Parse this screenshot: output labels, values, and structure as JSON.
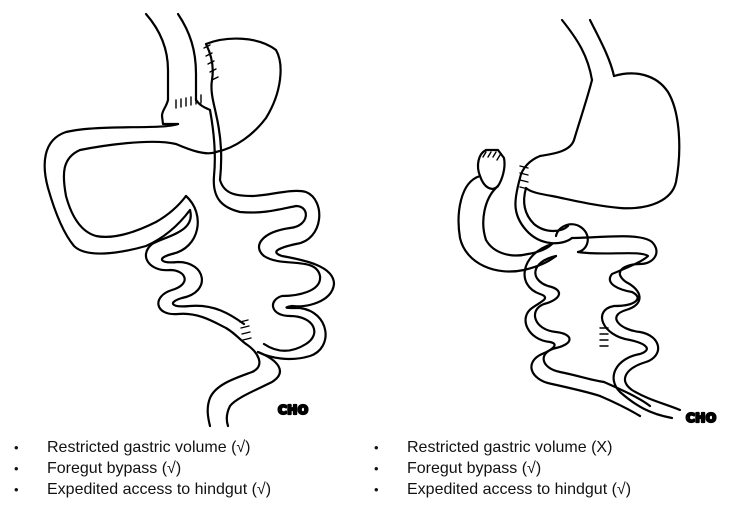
{
  "left_panel": {
    "signature": "CHO",
    "items": [
      {
        "bullet": "•",
        "text": "Restricted gastric volume (√)"
      },
      {
        "bullet": "•",
        "text": "Foregut bypass (√)"
      },
      {
        "bullet": "•",
        "text": "Expedited access to hindgut (√)"
      }
    ]
  },
  "right_panel": {
    "signature": "CHO",
    "items": [
      {
        "bullet": "•",
        "text": "Restricted gastric volume (X)"
      },
      {
        "bullet": "•",
        "text": "Foregut bypass (√)"
      },
      {
        "bullet": "•",
        "text": "Expedited access to hindgut (√)"
      }
    ]
  }
}
